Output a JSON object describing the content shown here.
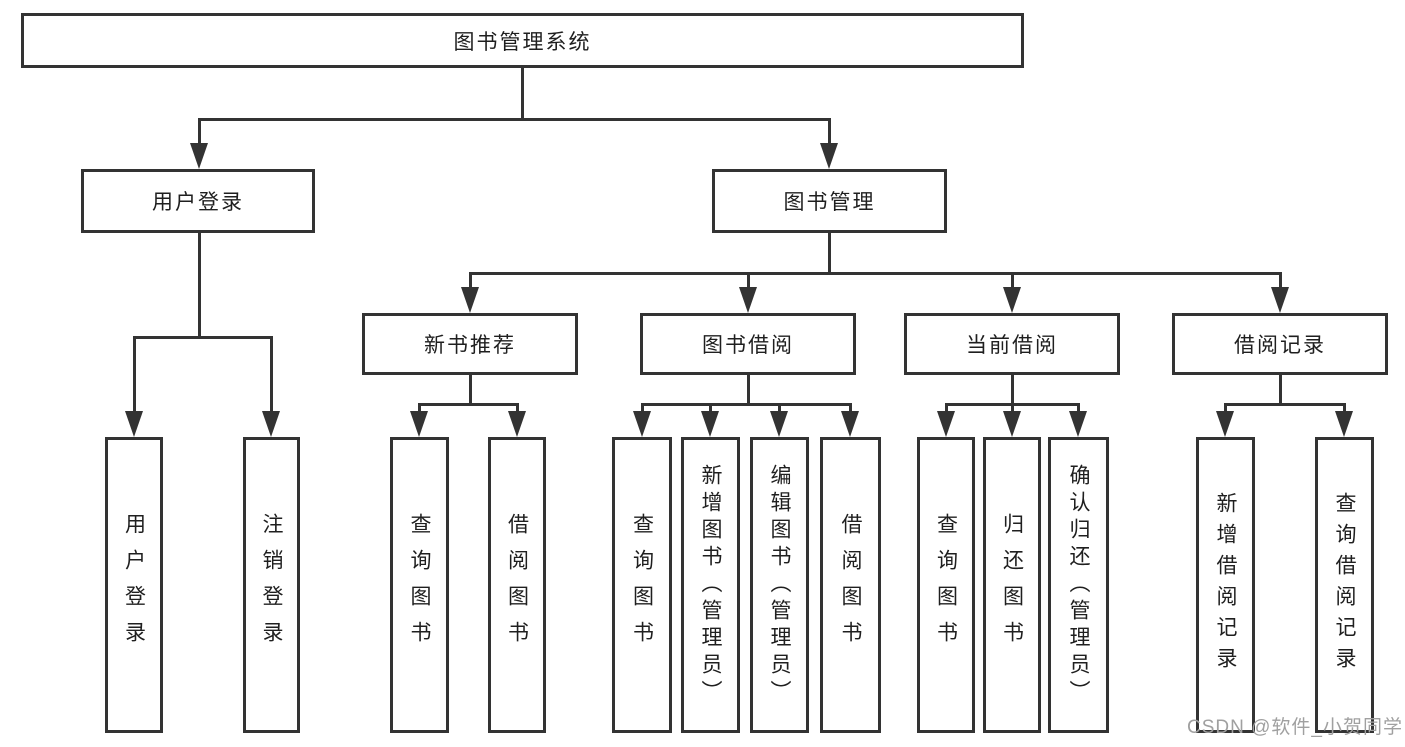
{
  "diagram": {
    "title": "图书管理系统",
    "type": "hierarchy-tree",
    "colors": {
      "background": "#ffffff",
      "line": "#333333",
      "text": "#1f1f1f",
      "watermark": "#a0a0a0"
    },
    "nodes": {
      "root": "图书管理系统",
      "user_login": "用户登录",
      "book_mgmt": "图书管理",
      "new_book_rec": "新书推荐",
      "book_borrow": "图书借阅",
      "current_borrow": "当前借阅",
      "borrow_record": "借阅记录",
      "leaf_user_login": "用户登录",
      "leaf_logout": "注销登录",
      "leaf_rec_query": "查询图书",
      "leaf_rec_borrow": "借阅图书",
      "leaf_bb_query": "查询图书",
      "leaf_bb_add": "新增图书（管理员）",
      "leaf_bb_edit": "编辑图书（管理员）",
      "leaf_bb_borrow": "借阅图书",
      "leaf_cb_query": "查询图书",
      "leaf_cb_return": "归还图书",
      "leaf_cb_confirm": "确认归还（管理员）",
      "leaf_br_add": "新增借阅记录",
      "leaf_br_query": "查询借阅记录"
    },
    "hierarchy": [
      {
        "parent": "图书管理系统",
        "children": [
          "用户登录",
          "图书管理"
        ]
      },
      {
        "parent": "用户登录",
        "children": [
          "用户登录",
          "注销登录"
        ]
      },
      {
        "parent": "图书管理",
        "children": [
          "新书推荐",
          "图书借阅",
          "当前借阅",
          "借阅记录"
        ]
      },
      {
        "parent": "新书推荐",
        "children": [
          "查询图书",
          "借阅图书"
        ]
      },
      {
        "parent": "图书借阅",
        "children": [
          "查询图书",
          "新增图书（管理员）",
          "编辑图书（管理员）",
          "借阅图书"
        ]
      },
      {
        "parent": "当前借阅",
        "children": [
          "查询图书",
          "归还图书",
          "确认归还（管理员）"
        ]
      },
      {
        "parent": "借阅记录",
        "children": [
          "新增借阅记录",
          "查询借阅记录"
        ]
      }
    ]
  },
  "watermark": {
    "text": "CSDN @软件_小贺同学"
  }
}
